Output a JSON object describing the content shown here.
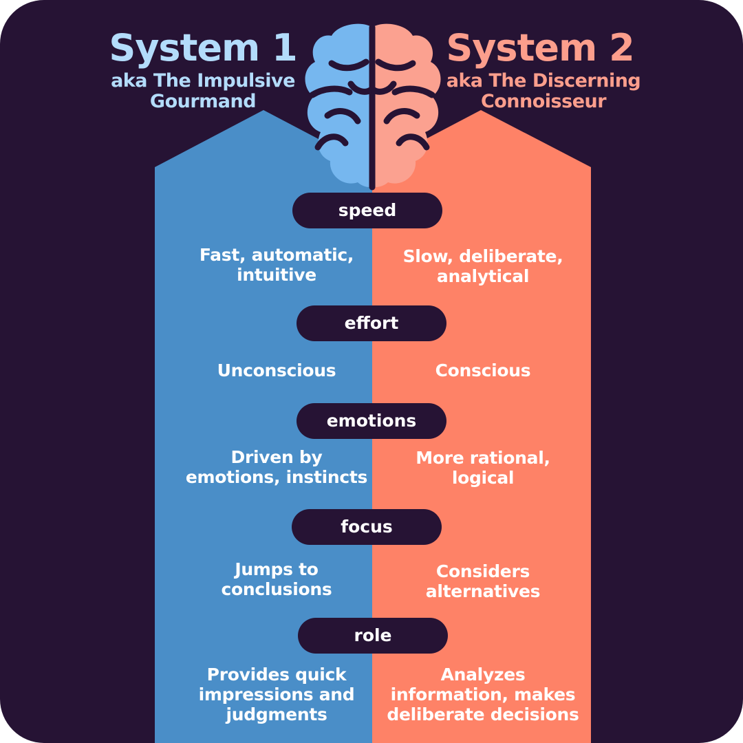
{
  "colors": {
    "background": "#261334",
    "system1_fill": "#4a8ec8",
    "system2_fill": "#fe8267",
    "system1_text": "#b3dcfb",
    "system2_text": "#fc9e8c",
    "brain_left": "#76b7ef",
    "brain_right": "#fba190"
  },
  "system1": {
    "title": "System 1",
    "subtitle": [
      "aka The Impulsive",
      "Gourmand"
    ]
  },
  "system2": {
    "title": "System 2",
    "subtitle": [
      "aka The Discerning",
      "Connoisseur"
    ]
  },
  "icons": {
    "header": "brain-icon"
  },
  "rows": [
    {
      "label": "speed",
      "system1": [
        "Fast, automatic,",
        "intuitive"
      ],
      "system2": [
        "Slow, deliberate,",
        "analytical"
      ]
    },
    {
      "label": "effort",
      "system1": [
        "Unconscious"
      ],
      "system2": [
        "Conscious"
      ]
    },
    {
      "label": "emotions",
      "system1": [
        "Driven by",
        "emotions, instincts"
      ],
      "system2": [
        "More rational,",
        "logical"
      ]
    },
    {
      "label": "focus",
      "system1": [
        "Jumps to",
        "conclusions"
      ],
      "system2": [
        "Considers",
        "alternatives"
      ]
    },
    {
      "label": "role",
      "system1": [
        "Provides quick",
        "impressions and",
        "judgments"
      ],
      "system2": [
        "Analyzes",
        "information, makes",
        "deliberate decisions"
      ]
    }
  ]
}
